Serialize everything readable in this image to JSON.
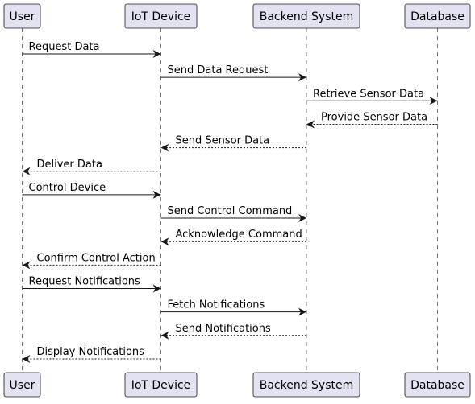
{
  "diagram": {
    "type": "sequence",
    "participants": [
      {
        "id": "user",
        "label": "User"
      },
      {
        "id": "iot",
        "label": "IoT Device"
      },
      {
        "id": "backend",
        "label": "Backend System"
      },
      {
        "id": "db",
        "label": "Database"
      }
    ],
    "messages": [
      {
        "from": "user",
        "to": "iot",
        "label": "Request Data",
        "style": "solid"
      },
      {
        "from": "iot",
        "to": "backend",
        "label": "Send Data Request",
        "style": "solid"
      },
      {
        "from": "backend",
        "to": "db",
        "label": "Retrieve Sensor Data",
        "style": "solid"
      },
      {
        "from": "db",
        "to": "backend",
        "label": "Provide Sensor Data",
        "style": "dashed"
      },
      {
        "from": "backend",
        "to": "iot",
        "label": "Send Sensor Data",
        "style": "dashed"
      },
      {
        "from": "iot",
        "to": "user",
        "label": "Deliver Data",
        "style": "dashed"
      },
      {
        "from": "user",
        "to": "iot",
        "label": "Control Device",
        "style": "solid"
      },
      {
        "from": "iot",
        "to": "backend",
        "label": "Send Control Command",
        "style": "solid"
      },
      {
        "from": "backend",
        "to": "iot",
        "label": "Acknowledge Command",
        "style": "dashed"
      },
      {
        "from": "iot",
        "to": "user",
        "label": "Confirm Control Action",
        "style": "dashed"
      },
      {
        "from": "user",
        "to": "iot",
        "label": "Request Notifications",
        "style": "solid"
      },
      {
        "from": "iot",
        "to": "backend",
        "label": "Fetch Notifications",
        "style": "solid"
      },
      {
        "from": "backend",
        "to": "iot",
        "label": "Send Notifications",
        "style": "dashed"
      },
      {
        "from": "iot",
        "to": "user",
        "label": "Display Notifications",
        "style": "dashed"
      }
    ],
    "colors": {
      "participant_fill": "#e2e2f0",
      "line": "#181818",
      "text": "#000000"
    }
  }
}
